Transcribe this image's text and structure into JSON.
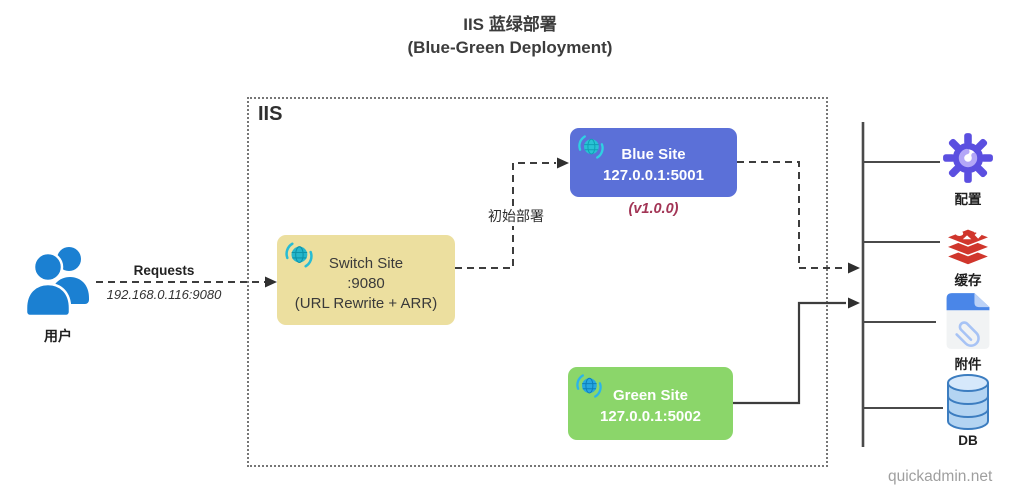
{
  "title": {
    "line1": "IIS 蓝绿部署",
    "line2": "(Blue-Green Deployment)"
  },
  "iis_group": {
    "label": "IIS"
  },
  "user": {
    "label": "用户"
  },
  "request_edge": {
    "label": "Requests",
    "address": "192.168.0.116:9080"
  },
  "switch_site": {
    "name": "Switch Site",
    "port": ":9080",
    "modules": "(URL Rewrite + ARR)",
    "color": "#ecdf9f"
  },
  "deploy_edge": {
    "label": "初始部署"
  },
  "blue_site": {
    "name": "Blue Site",
    "address": "127.0.0.1:5001",
    "version": "(v1.0.0)",
    "color": "#5b70d8"
  },
  "green_site": {
    "name": "Green Site",
    "address": "127.0.0.1:5002",
    "color": "#8bd66a"
  },
  "resources": [
    {
      "label": "配置",
      "icon": "gear-icon"
    },
    {
      "label": "缓存",
      "icon": "redis-cache-icon"
    },
    {
      "label": "附件",
      "icon": "attachment-file-icon"
    },
    {
      "label": "DB",
      "icon": "database-icon"
    }
  ],
  "watermark": "quickadmin.net",
  "colors": {
    "user_blue": "#1b80d2",
    "wire": "#3d3d3d",
    "iis_icon_cyan": "#25b6cb",
    "version_text": "#a23455",
    "gear_purple": "#5b4fe0",
    "redis_red": "#d0362c",
    "file_blue": "#4a86e8",
    "db_blue": "#b3d4f2"
  }
}
